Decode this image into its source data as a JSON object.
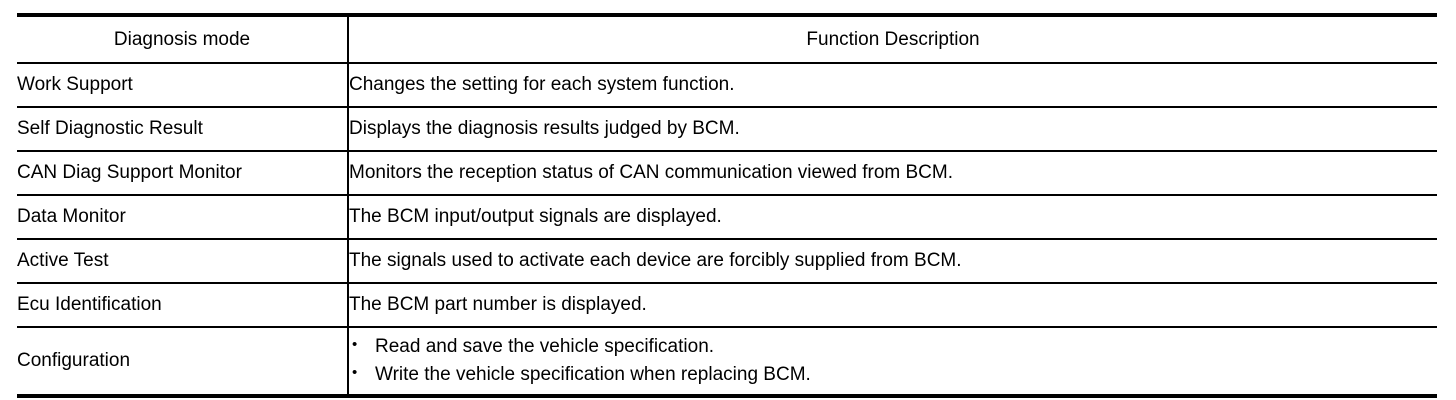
{
  "table": {
    "columns": [
      {
        "key": "mode",
        "header": "Diagnosis mode",
        "align": "center"
      },
      {
        "key": "description",
        "header": "Function Description",
        "align": "center"
      }
    ],
    "rows": [
      {
        "mode": "Work Support",
        "description": "Changes the setting for each system function."
      },
      {
        "mode": "Self Diagnostic Result",
        "description": "Displays the diagnosis results judged by BCM."
      },
      {
        "mode": "CAN Diag Support Monitor",
        "description": "Monitors the reception status of CAN communication viewed from BCM."
      },
      {
        "mode": "Data Monitor",
        "description": "The BCM input/output signals are displayed."
      },
      {
        "mode": "Active Test",
        "description": "The signals used to activate each device are forcibly supplied from BCM."
      },
      {
        "mode": "Ecu Identification",
        "description": "The BCM part number is displayed."
      },
      {
        "mode": "Configuration",
        "description": "",
        "bullets": [
          "Read and save the vehicle specification.",
          "Write the vehicle specification when replacing BCM."
        ],
        "bullet_glyph": "•"
      }
    ]
  },
  "style": {
    "text_color": "#000000",
    "background_color": "#ffffff",
    "rule_color": "#000000"
  }
}
